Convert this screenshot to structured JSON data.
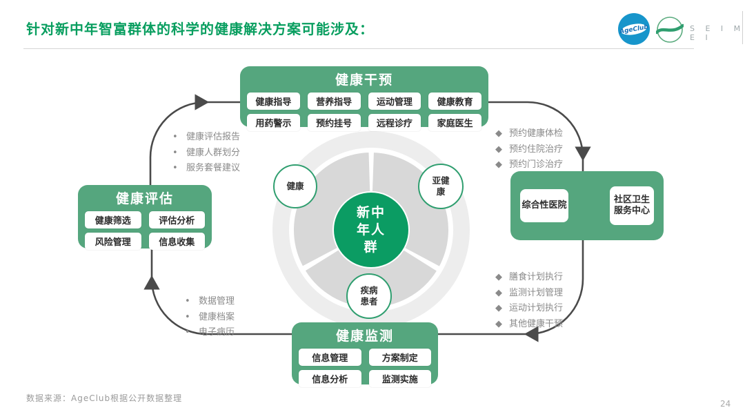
{
  "title": "针对新中年智富群体的科学的健康解决方案可能涉及：",
  "logos": {
    "ageclub": "AgeClub",
    "seimei": "S E I M E I"
  },
  "nodes": {
    "intervention": {
      "title": "健康干预",
      "items": [
        "健康指导",
        "营养指导",
        "运动管理",
        "健康教育",
        "用药警示",
        "预约挂号",
        "远程诊疗",
        "家庭医生"
      ]
    },
    "assessment": {
      "title": "健康评估",
      "items": [
        "健康筛选",
        "评估分析",
        "风险管理",
        "信息收集"
      ]
    },
    "monitoring": {
      "title": "健康监测",
      "items": [
        "信息管理",
        "方案制定",
        "信息分析",
        "监测实施"
      ]
    },
    "hospital": {
      "left": "综合性医院",
      "right": "社区卫生服务中心"
    }
  },
  "center": {
    "core": "新中年人群",
    "segments": {
      "healthy": "健康",
      "subhealthy": "亚健康",
      "sick": "疾病患者"
    }
  },
  "lists": {
    "tl": {
      "bullet": "•",
      "items": [
        "健康评估报告",
        "健康人群划分",
        "服务套餐建议"
      ]
    },
    "tr": {
      "bullet": "◆",
      "items": [
        "预约健康体检",
        "预约住院治疗",
        "预约门诊治疗"
      ]
    },
    "br": {
      "bullet": "◆",
      "items": [
        "膳食计划执行",
        "监测计划管理",
        "运动计划执行",
        "其他健康干预"
      ]
    },
    "bl": {
      "bullet": "•",
      "items": [
        "数据管理",
        "健康档案",
        "电子病历"
      ]
    }
  },
  "footer": {
    "source": "数据来源：AgeClub根据公开数据整理",
    "page": "24"
  },
  "colors": {
    "title_green": "#089e5f",
    "box_green": "#55a67e",
    "core_green": "#0b9c63",
    "circle_border_green": "#2f9e6f",
    "donut_gray": "#d8d8d8",
    "outer_ring_gray": "#ededed",
    "flow_gray": "#4a4a4a",
    "text_gray": "#8a8a8a",
    "ageclub_blue": "#1795cb"
  }
}
